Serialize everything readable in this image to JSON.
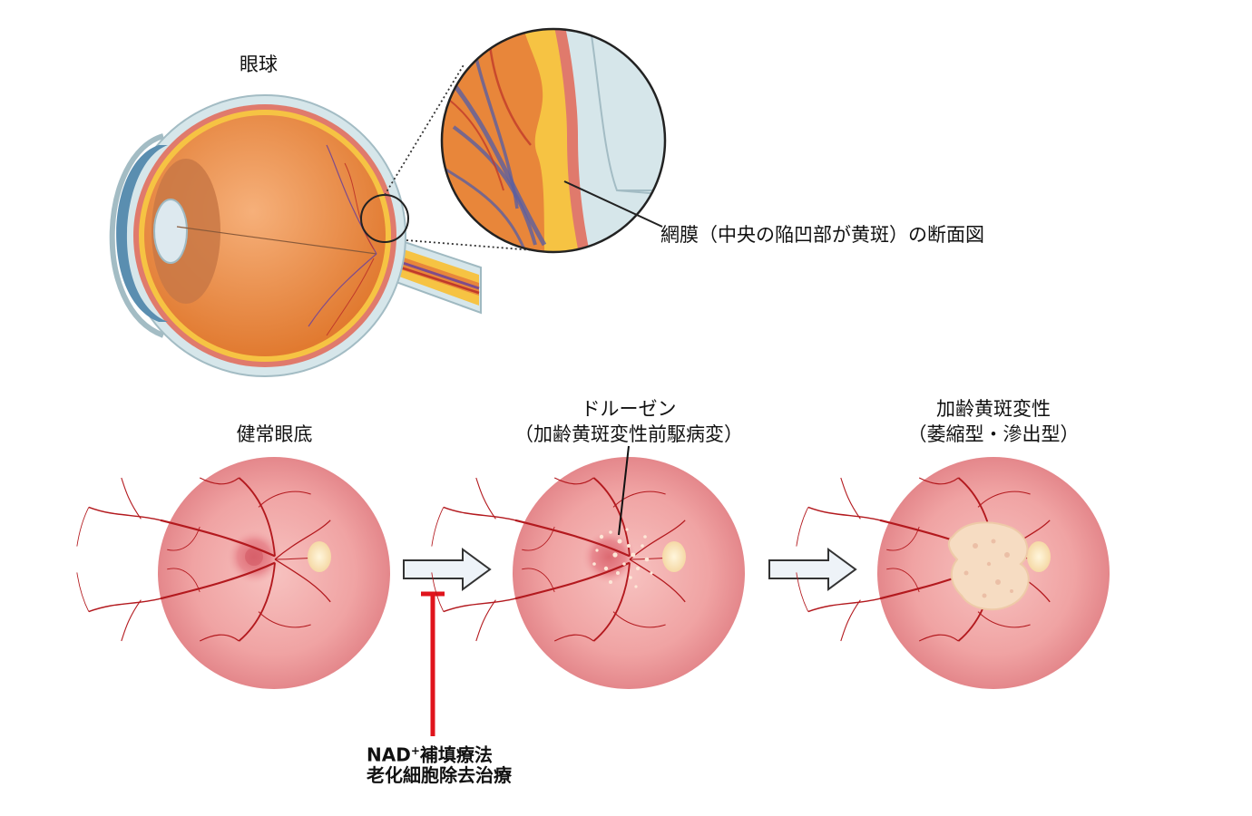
{
  "labels": {
    "eyeball": "眼球",
    "retina_section": "網膜（中央の陥凹部が黄斑）の断面図",
    "healthy_fundus": "健常眼底",
    "drusen": "ドルーゼン",
    "drusen_sub": "（加齢黄斑変性前駆病変）",
    "amd": "加齢黄斑変性",
    "amd_sub": "（萎縮型・滲出型）",
    "treatment_nad_prefix": "NAD",
    "treatment_nad_sup": "+",
    "treatment_nad_rest": "補填療法",
    "treatment_senolytic": "老化細胞除去治療"
  },
  "colors": {
    "inhibit_red": "#e0141c",
    "vessel": "#b3191e",
    "fundus_bg": "#ef9a9a",
    "eye_orange": "#e8863a",
    "retina_yellow": "#f6c343"
  }
}
